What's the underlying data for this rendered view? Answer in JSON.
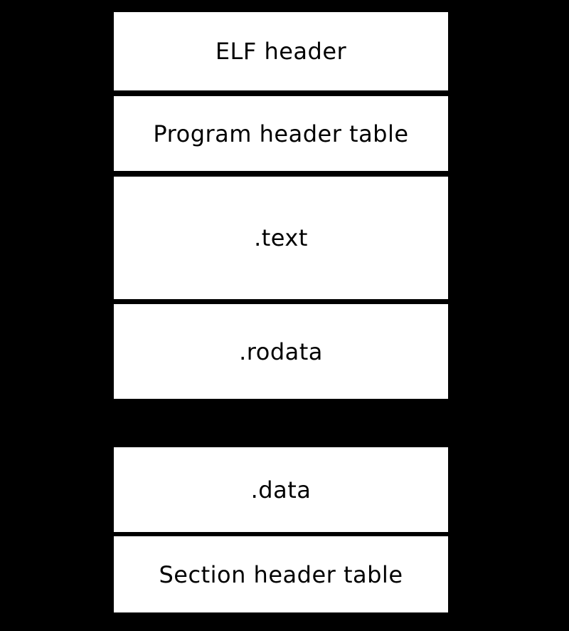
{
  "diagram": {
    "type": "block-diagram",
    "colors": {
      "background": "#000000",
      "box_fill": "#ffffff",
      "box_text": "#000000"
    },
    "boxes": [
      {
        "label": "ELF header"
      },
      {
        "label": "Program header table"
      },
      {
        "label": ".text"
      },
      {
        "label": ".rodata"
      },
      {
        "label": ".data"
      },
      {
        "label": "Section header table"
      }
    ]
  }
}
